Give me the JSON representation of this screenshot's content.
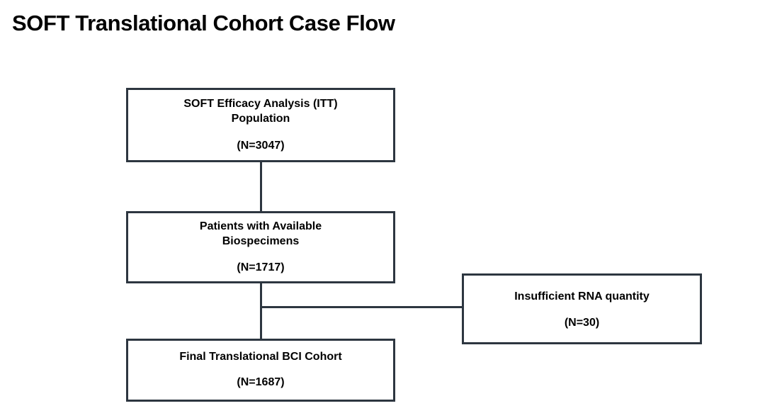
{
  "title": "SOFT Translational Cohort Case Flow",
  "colors": {
    "box_border": "#2d3640",
    "connector": "#2d3640",
    "text": "#000000",
    "background": "#ffffff"
  },
  "chart_data": {
    "type": "diagram",
    "title": "SOFT Translational Cohort Case Flow",
    "diagram_kind": "consort-flow-chart",
    "nodes": [
      {
        "id": "itt",
        "lines": [
          "SOFT Efficacy Analysis (ITT)",
          "Population"
        ],
        "count_label": "(N=3047)",
        "n": 3047
      },
      {
        "id": "biospecimens",
        "lines": [
          "Patients with Available",
          "Biospecimens"
        ],
        "count_label": "(N=1717)",
        "n": 1717
      },
      {
        "id": "final_cohort",
        "lines": [
          "Final Translational BCI Cohort"
        ],
        "count_label": "(N=1687)",
        "n": 1687
      },
      {
        "id": "exclusion",
        "lines": [
          "Insufficient RNA quantity"
        ],
        "count_label": "(N=30)",
        "n": 30
      }
    ],
    "edges": [
      {
        "from": "itt",
        "to": "biospecimens",
        "kind": "vertical"
      },
      {
        "from": "biospecimens",
        "to": "final_cohort",
        "kind": "vertical"
      },
      {
        "from": "biospecimens",
        "to": "exclusion",
        "kind": "branch-right"
      }
    ]
  },
  "boxes": {
    "itt": {
      "line1": "SOFT Efficacy Analysis (ITT)",
      "line2": "Population",
      "count": "(N=3047)"
    },
    "biospecimens": {
      "line1": "Patients with Available",
      "line2": "Biospecimens",
      "count": "(N=1717)"
    },
    "final_cohort": {
      "line1": "Final Translational BCI Cohort",
      "count": "(N=1687)"
    },
    "exclusion": {
      "line1": "Insufficient RNA quantity",
      "count": "(N=30)"
    }
  }
}
